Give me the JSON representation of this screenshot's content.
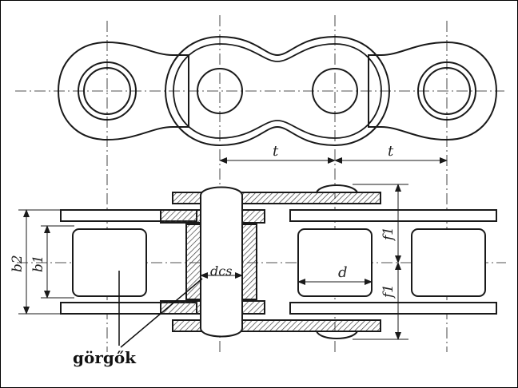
{
  "title": "",
  "dimensions": {
    "pitch_left": "t",
    "pitch_right": "t",
    "outer_width": "b2",
    "inner_width": "b1",
    "link_height_top": "f1",
    "link_height_bottom": "f1",
    "pin_diameter": "dcs",
    "roller_diameter": "d"
  },
  "annotations": {
    "rollers_label": "görgők"
  },
  "colors": {
    "ink": "#1a1a1a",
    "paper": "#ffffff",
    "hatch": "#3a3a3a"
  }
}
